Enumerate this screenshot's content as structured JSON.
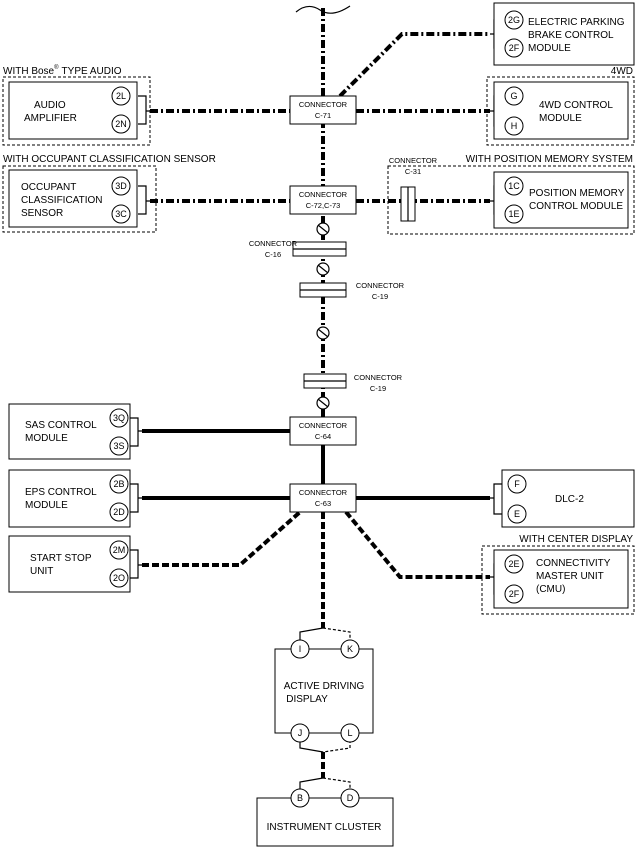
{
  "modules": {
    "epb": {
      "line1": "ELECTRIC PARKING",
      "line2": "BRAKE CONTROL",
      "line3": "MODULE",
      "pin_a": "2G",
      "pin_b": "2F"
    },
    "audio": {
      "line1": "AUDIO",
      "line2": "AMPLIFIER",
      "pin_a": "2L",
      "pin_b": "2N"
    },
    "fourwd": {
      "line1": "4WD CONTROL",
      "line2": "MODULE",
      "pin_a": "G",
      "pin_b": "H"
    },
    "occupant": {
      "line1": "OCCUPANT",
      "line2": "CLASSIFICATION",
      "line3": "SENSOR",
      "pin_a": "3D",
      "pin_b": "3C"
    },
    "position": {
      "line1": "POSITION MEMORY",
      "line2": "CONTROL MODULE",
      "pin_a": "1C",
      "pin_b": "1E"
    },
    "sas": {
      "line1": "SAS CONTROL",
      "line2": "MODULE",
      "pin_a": "3Q",
      "pin_b": "3S"
    },
    "eps": {
      "line1": "EPS CONTROL",
      "line2": "MODULE",
      "pin_a": "2B",
      "pin_b": "2D"
    },
    "dlc": {
      "line1": "DLC-2",
      "pin_a": "F",
      "pin_b": "E"
    },
    "startstop": {
      "line1": "START STOP",
      "line2": "UNIT",
      "pin_a": "2M",
      "pin_b": "2O"
    },
    "cmu": {
      "line1": "CONNECTIVITY",
      "line2": "MASTER UNIT",
      "line3": "(CMU)",
      "pin_a": "2E",
      "pin_b": "2F"
    },
    "add": {
      "line1": "ACTIVE DRIVING",
      "line2": "DISPLAY",
      "pin_i": "I",
      "pin_k": "K",
      "pin_j": "J",
      "pin_l": "L"
    },
    "cluster": {
      "line1": "INSTRUMENT CLUSTER",
      "pin_b": "B",
      "pin_d": "D"
    }
  },
  "options": {
    "bose_prefix": "WITH Bose",
    "bose_reg": "®",
    "bose_suffix": "TYPE AUDIO",
    "fourwd": "4WD",
    "occupant": "WITH OCCUPANT CLASSIFICATION SENSOR",
    "position": "WITH POSITION MEMORY SYSTEM",
    "center_display": "WITH CENTER DISPLAY"
  },
  "connectors": {
    "c71": {
      "line1": "CONNECTOR",
      "line2": "C-71"
    },
    "c72": {
      "line1": "CONNECTOR",
      "line2": "C-72,C-73"
    },
    "c31": {
      "line1": "CONNECTOR",
      "line2": "C-31"
    },
    "c16": {
      "line1": "CONNECTOR",
      "line2": "C-16"
    },
    "c19a": {
      "line1": "CONNECTOR",
      "line2": "C-19"
    },
    "c19b": {
      "line1": "CONNECTOR",
      "line2": "C-19"
    },
    "c64": {
      "line1": "CONNECTOR",
      "line2": "C-64"
    },
    "c63": {
      "line1": "CONNECTOR",
      "line2": "C-63"
    }
  }
}
